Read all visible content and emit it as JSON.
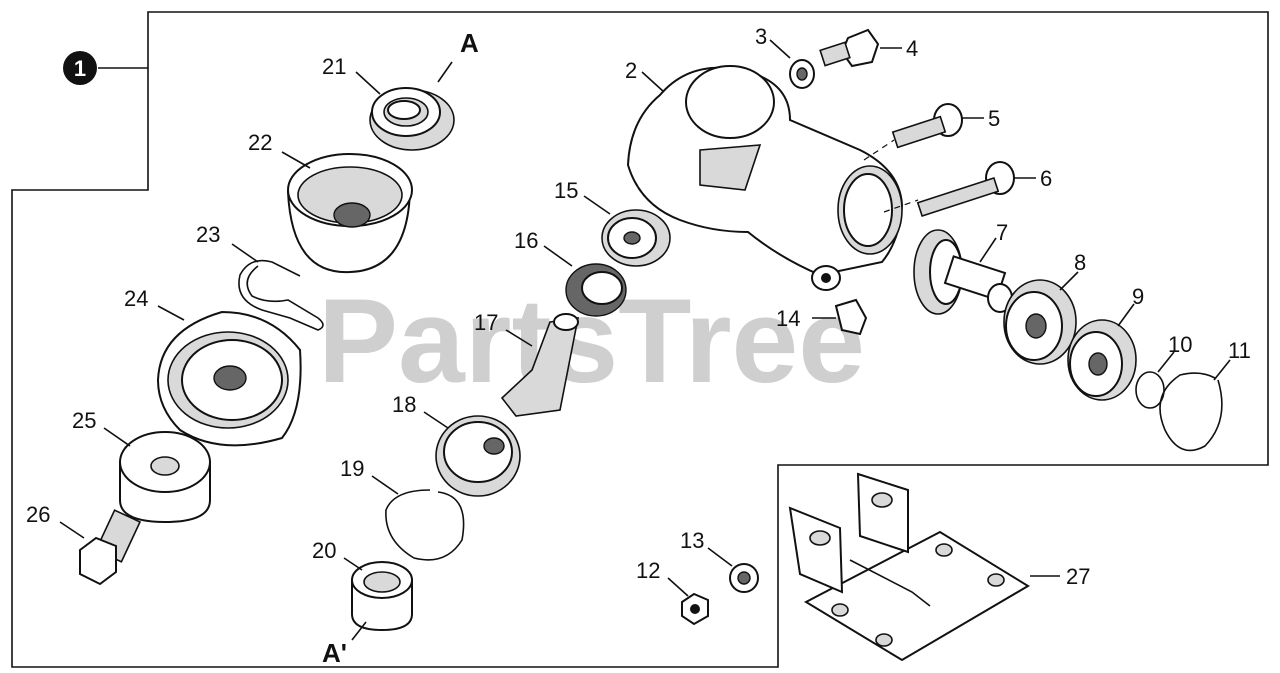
{
  "diagram": {
    "watermark": "PartsTree",
    "callout_main": "1",
    "marker_a": "A",
    "marker_a_prime": "A'",
    "labels": {
      "p2": "2",
      "p3": "3",
      "p4": "4",
      "p5": "5",
      "p6": "6",
      "p7": "7",
      "p8": "8",
      "p9": "9",
      "p10": "10",
      "p11": "11",
      "p12": "12",
      "p13": "13",
      "p14": "14",
      "p15": "15",
      "p16": "16",
      "p17": "17",
      "p18": "18",
      "p19": "19",
      "p20": "20",
      "p21": "21",
      "p22": "22",
      "p23": "23",
      "p24": "24",
      "p25": "25",
      "p26": "26",
      "p27": "27"
    }
  }
}
